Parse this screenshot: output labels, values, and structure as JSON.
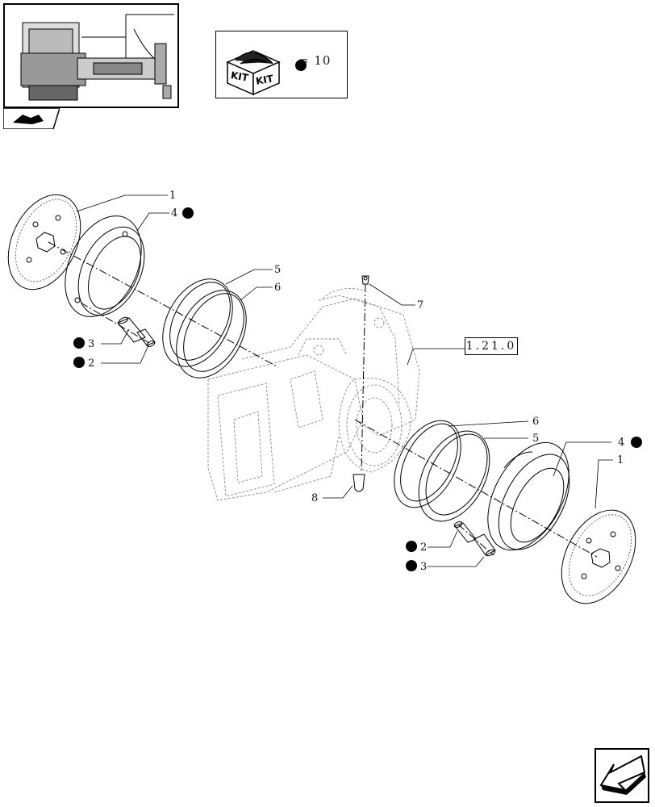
{
  "kit_legend": {
    "kit_word_1": "KIT",
    "kit_word_2": "KIT",
    "equals_text": "= 10"
  },
  "reference_box": "1.21.0",
  "callouts": {
    "c1_top": "1",
    "c4_top": "4",
    "c5_top": "5",
    "c6_top": "6",
    "c7": "7",
    "c3_left": "3",
    "c2_left": "2",
    "c6_right": "6",
    "c5_right": "5",
    "c4_right": "4",
    "c1_right": "1",
    "c8": "8",
    "c2_right": "2",
    "c3_right": "3"
  },
  "icons": [
    "thumbnail-tractor",
    "kit-box-icon",
    "kit-dot-icon",
    "next-page-arrow-icon"
  ],
  "colors": {
    "line": "#000000",
    "ghost": "#9a9a9a",
    "background": "#ffffff"
  }
}
